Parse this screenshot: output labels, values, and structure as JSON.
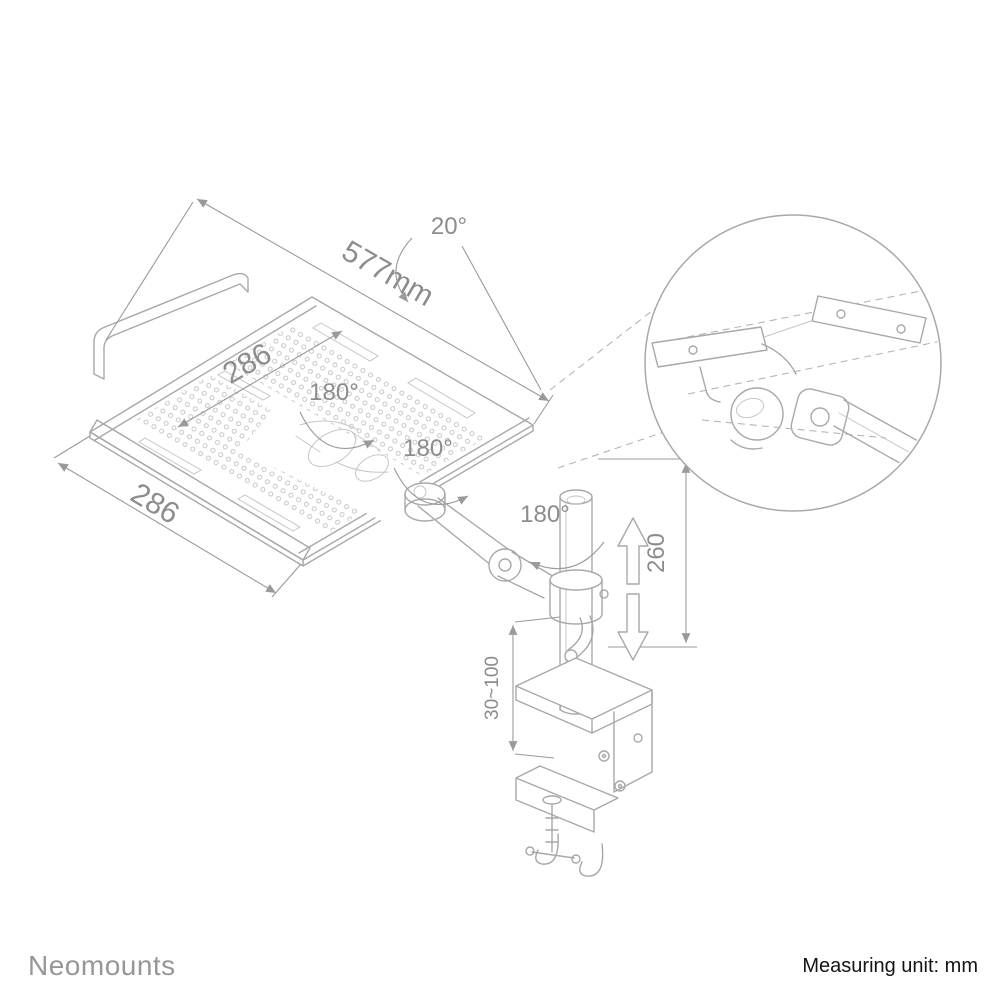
{
  "page": {
    "background": "#ffffff"
  },
  "diagram": {
    "colors": {
      "line": "#a8a8a8",
      "light_line": "#c6c6c6",
      "dim_text": "#8d8d8d"
    },
    "labels": {
      "width": "577mm",
      "depth_top": "286",
      "depth_front": "286",
      "tilt": "20°",
      "rotate_tray": "180°",
      "rotate_arm": "180°",
      "rotate_pole": "180°",
      "height_range": "260",
      "clamp_capacity": "30~100"
    }
  },
  "footer": {
    "brand": "Neomounts",
    "unit_note": "Measuring unit: mm"
  }
}
